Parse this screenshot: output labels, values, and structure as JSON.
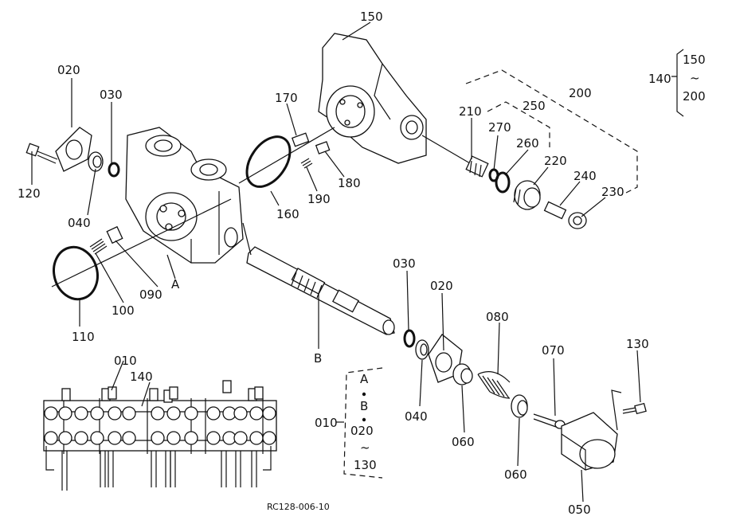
{
  "figure_code": "RC128-006-10",
  "part_labels": {
    "p020a": "020",
    "p030a": "030",
    "p120": "120",
    "p040a": "040",
    "p100": "100",
    "p090": "090",
    "p110": "110",
    "pA": "A",
    "p150": "150",
    "p170": "170",
    "p160": "160",
    "p190": "190",
    "p180": "180",
    "p200": "200",
    "p210": "210",
    "p250": "250",
    "p270": "270",
    "p260": "260",
    "p220": "220",
    "p240": "240",
    "p230": "230",
    "p030b": "030",
    "p020b": "020",
    "pB": "B",
    "p040b": "040",
    "p080": "080",
    "p060a": "060",
    "p060b": "060",
    "p070": "070",
    "p130": "130",
    "p050": "050",
    "p010": "010",
    "p140": "140"
  },
  "range_140": {
    "id": "140",
    "from": "150",
    "tilde": "~",
    "to": "200"
  },
  "range_010": {
    "id": "010",
    "a": "A",
    "b": "B",
    "from": "020",
    "tilde": "~",
    "to": "130"
  }
}
